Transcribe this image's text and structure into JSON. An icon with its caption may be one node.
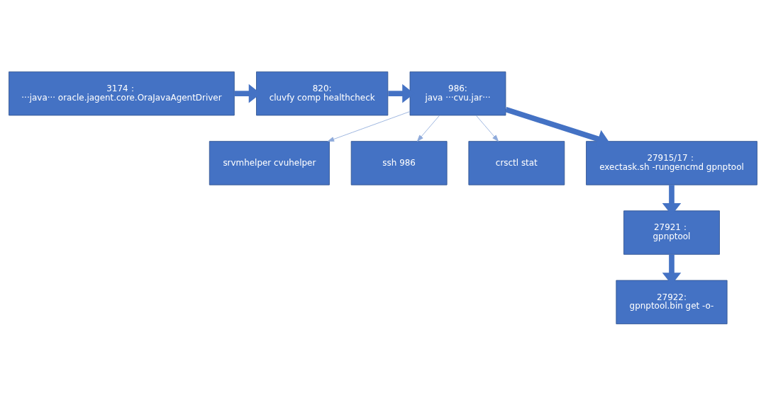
{
  "diagram": {
    "nodes": [
      {
        "text": [
          "3174：",
          "···java··· oracle.jagent.core.OraJavaAgentDriver"
        ]
      },
      {
        "text": [
          "820:",
          "cluvfy comp healthcheck"
        ]
      },
      {
        "text": [
          "986:",
          "java ···cvu.jar···"
        ]
      },
      {
        "text": [
          "srvmhelper cvuhelper"
        ]
      },
      {
        "text": [
          "ssh 986"
        ]
      },
      {
        "text": [
          "crsctl stat"
        ]
      },
      {
        "text": [
          "27915/17：",
          "exectask.sh -rungencmd gpnptool"
        ]
      },
      {
        "text": [
          "27921：",
          "gpnptool"
        ]
      },
      {
        "text": [
          "27922:",
          "gpnptool.bin get -o-"
        ]
      }
    ],
    "edges": [
      {
        "from": 0,
        "to": 1,
        "arrow": "to"
      },
      {
        "from": 1,
        "to": 2,
        "arrow": "to"
      },
      {
        "from": 2,
        "to": 3,
        "arrow": "to",
        "color": "#8eaadb"
      },
      {
        "from": 2,
        "to": 4,
        "arrow": "to",
        "color": "#8eaadb"
      },
      {
        "from": 2,
        "to": 5,
        "arrow": "to",
        "color": "#8eaadb"
      },
      {
        "from": 2,
        "to": 6,
        "arrow": "to"
      },
      {
        "from": 6,
        "to": 7,
        "arrow": "to"
      },
      {
        "from": 7,
        "to": 8,
        "arrow": "to"
      }
    ]
  }
}
